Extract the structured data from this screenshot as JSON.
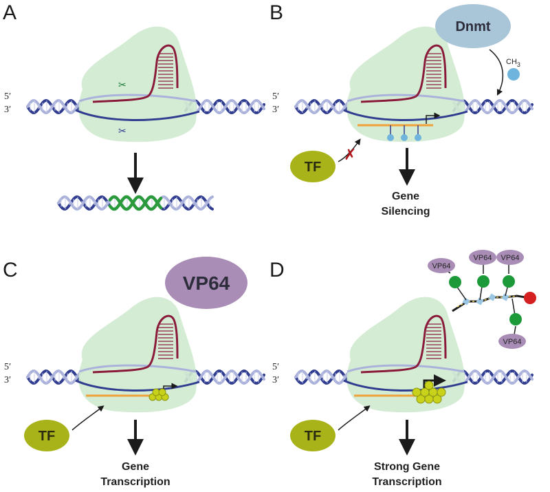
{
  "panels": {
    "A": {
      "label": "A",
      "strand_top": "5′",
      "strand_bottom": "3′"
    },
    "B": {
      "label": "B",
      "strand_top": "5′",
      "strand_bottom": "3′",
      "dnmt": "Dnmt",
      "ch3": "CH",
      "ch3_sub": "3",
      "tf": "TF",
      "caption_line1": "Gene",
      "caption_line2": "Silencing"
    },
    "C": {
      "label": "C",
      "strand_top": "5′",
      "strand_bottom": "3′",
      "vp64": "VP64",
      "tf": "TF",
      "caption_line1": "Gene",
      "caption_line2": "Transcription"
    },
    "D": {
      "label": "D",
      "strand_top": "5′",
      "strand_bottom": "3′",
      "vp64_tags": [
        "VP64",
        "VP64",
        "VP64",
        "VP64"
      ],
      "tf": "TF",
      "caption_line1": "Strong Gene",
      "caption_line2": "Transcription"
    }
  },
  "colors": {
    "cas9": "#cfe9cf",
    "dna_dark": "#2f3c8f",
    "dna_light": "#aab2dc",
    "rna": "#8a1a3a",
    "tf_fill": "#a8b31a",
    "dnmt_fill": "#a9c6d9",
    "vp64_fill": "#a98db6",
    "methyl": "#6fb4dc",
    "edited": "#2a9a3c",
    "promoter": "#f0a23a",
    "arrow": "#1b1b1b",
    "green_ball": "#1c9a3a",
    "red_ball": "#d42020"
  }
}
